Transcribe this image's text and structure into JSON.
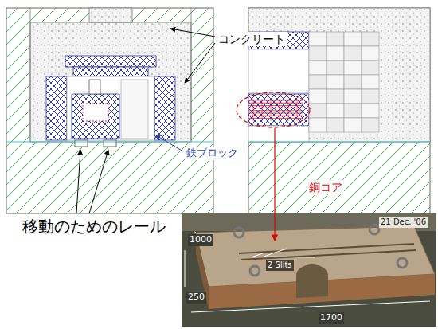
{
  "diagram": {
    "labels": [
      "コンクリート",
      "鉄ブロック",
      "銅コア",
      "移動のためのレール",
      "1000",
      "250",
      "1700",
      "2 Slits",
      "21 Dec. '06"
    ]
  }
}
